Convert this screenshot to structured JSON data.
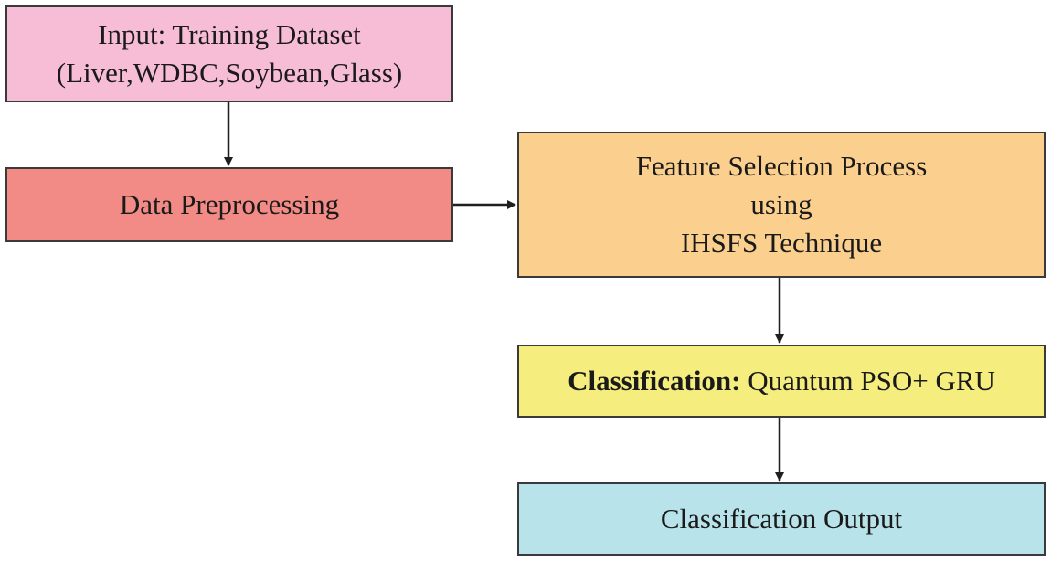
{
  "colors": {
    "input_fill": "#f7bcd6",
    "preprocessing_fill": "#f28b86",
    "feature_selection_fill": "#fbd08e",
    "classification_fill": "#f5ee7e",
    "output_fill": "#b9e3ea",
    "stroke": "#3a3a3a",
    "arrow": "#1f1f1f"
  },
  "nodes": {
    "input": {
      "line1": "Input: Training Dataset",
      "line2": "(Liver,WDBC,Soybean,Glass)"
    },
    "preprocessing": {
      "label": "Data Preprocessing"
    },
    "feature_selection": {
      "line1": "Feature Selection Process",
      "line2": "using",
      "line3": "IHSFS Technique"
    },
    "classification": {
      "bold_label": "Classification:",
      "label": " Quantum PSO+ GRU"
    },
    "output": {
      "label": "Classification Output"
    }
  },
  "edges": [
    {
      "from": "input",
      "to": "preprocessing"
    },
    {
      "from": "preprocessing",
      "to": "feature_selection"
    },
    {
      "from": "feature_selection",
      "to": "classification"
    },
    {
      "from": "classification",
      "to": "output"
    }
  ]
}
